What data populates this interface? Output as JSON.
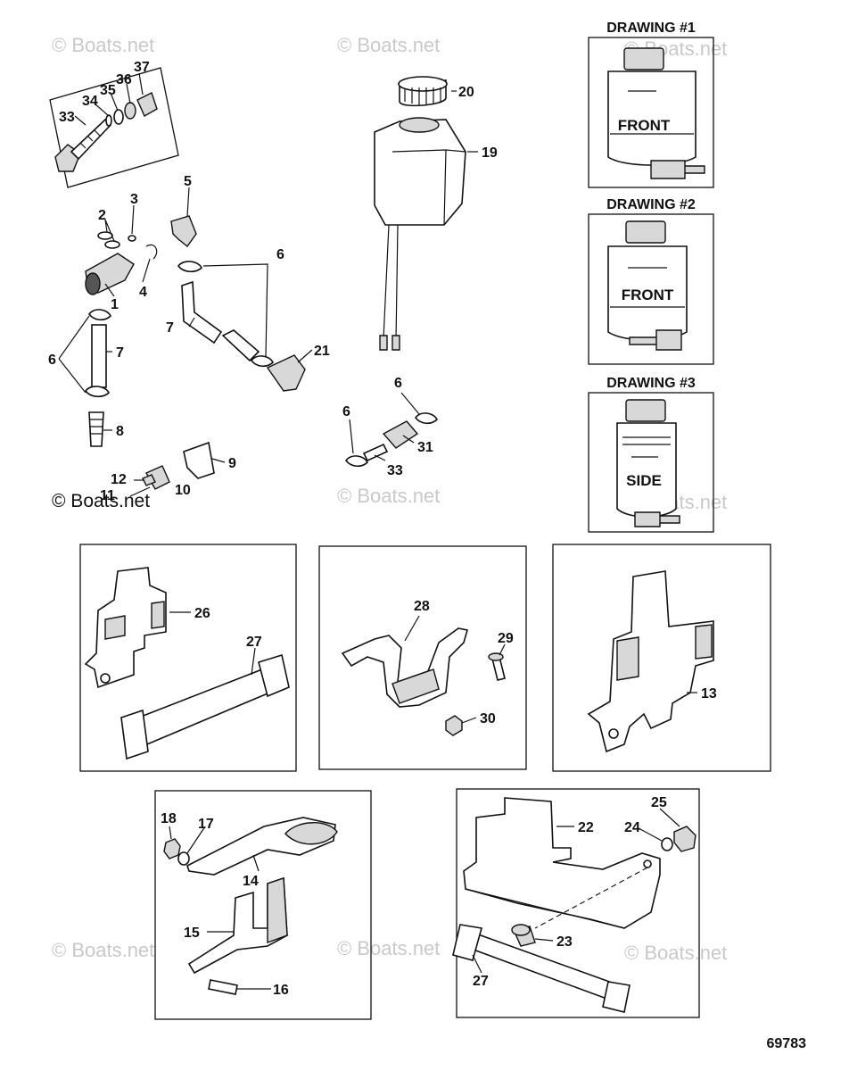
{
  "drawings": [
    {
      "title": "DRAWING #1",
      "label": "FRONT"
    },
    {
      "title": "DRAWING #2",
      "label": "FRONT"
    },
    {
      "title": "DRAWING #3",
      "label": "SIDE"
    }
  ],
  "watermark": "© Boats.net",
  "diagram_code": "69783",
  "callouts": [
    "33",
    "34",
    "35",
    "36",
    "37",
    "2",
    "3",
    "5",
    "1",
    "4",
    "6",
    "7",
    "6",
    "7",
    "8",
    "9",
    "10",
    "11",
    "12",
    "20",
    "19",
    "21",
    "6",
    "6",
    "31",
    "33",
    "26",
    "27",
    "28",
    "29",
    "30",
    "13",
    "18",
    "17",
    "14",
    "15",
    "16",
    "22",
    "25",
    "24",
    "23",
    "27"
  ]
}
